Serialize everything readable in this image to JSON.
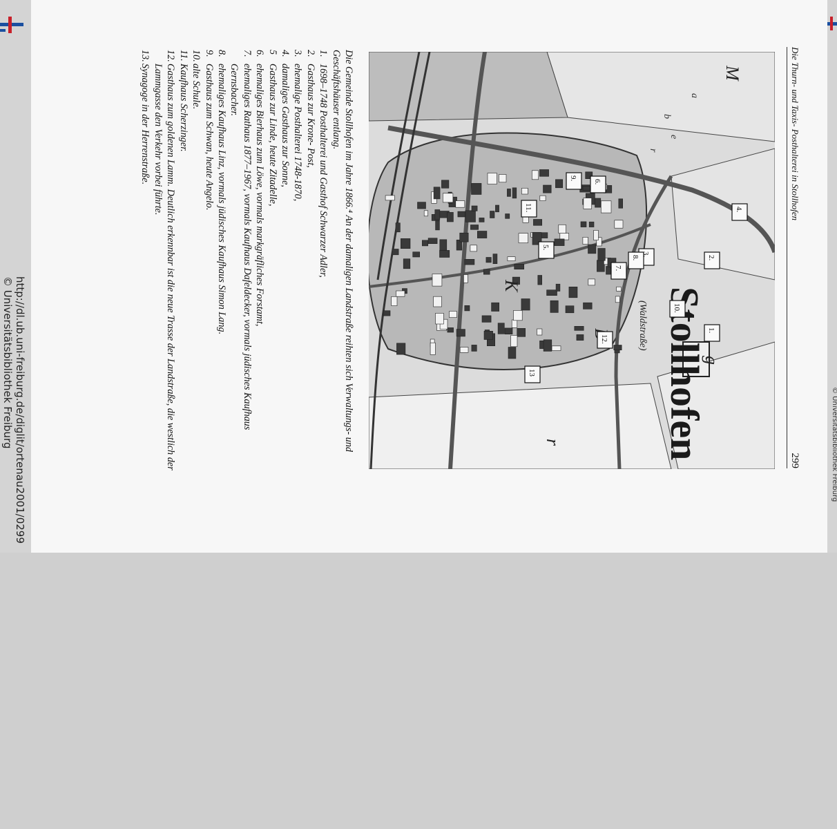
{
  "viewer": {
    "watermark_url": "http://dl.ub.uni-freiburg.de/diglit/ortenau2001/0299",
    "watermark_copyright": "© Universitätsbibliothek Freiburg",
    "side_text": "© Universitätsbibliothek Freiburg"
  },
  "page": {
    "running_title": "Die Thurn- und Taxis- Posthalterei in Stollhofen",
    "page_number": "299"
  },
  "map": {
    "place_name": "Stollhofen",
    "street_label": "(Waldstraße)",
    "field_letters": [
      "M",
      "g",
      "B",
      "r",
      "K"
    ],
    "field_words": [
      "a",
      "b",
      "e",
      "r"
    ],
    "markers": [
      "1.",
      "2.",
      "3.",
      "4.",
      "5.",
      "6.",
      "7.",
      "8.",
      "9.",
      "10.",
      "11.",
      "12.",
      "13"
    ]
  },
  "caption": {
    "intro": "Die Gemeinde Stollhofen im Jahre 1866.⁴ An der damaligen Landstraße reihten sich Verwaltungs- und Geschäftshäuser entlang.",
    "items": [
      {
        "num": "1.",
        "text": "1698–1748 Posthalterei und Gasthof Schwarzer Adler,"
      },
      {
        "num": "2.",
        "text": "Gasthaus zur Krone- Post,"
      },
      {
        "num": "3.",
        "text": "ehemalige Posthalterei 1748-1870,"
      },
      {
        "num": "4.",
        "text": "damaliges Gasthaus zur Sonne,"
      },
      {
        "num": "5",
        "text": "Gasthaus zur Linde, heute Zitadelle,"
      },
      {
        "num": "6.",
        "text": "ehemaliges Bierhaus zum Löwe, vormals markgräfliches Forstamt,"
      },
      {
        "num": "7.",
        "text": "ehemaliges Rathaus 1877–1967, vormals Kaufhaus Dafeldecker, vormals jüdisches Kaufhaus Gernsbacher."
      },
      {
        "num": "8.",
        "text": "ehemaliges Kaufhaus Linz, vormals jüdisches Kaufhaus Simon Lang."
      },
      {
        "num": "9.",
        "text": "Gasthaus zum Schwan, heute Angelo."
      },
      {
        "num": "10.",
        "text": "alte Schule."
      },
      {
        "num": "11.",
        "text": "Kaufhaus Scherzinger."
      },
      {
        "num": "12.",
        "text": "Gasthaus zum goldenen Lamm. Deutlich erkennbar ist die neue Trasse der Landstraße, die westlich der Lammgasse den Verkehr vorbei führte."
      },
      {
        "num": "13.",
        "text": "Synagoge in der Herrenstraße."
      }
    ]
  },
  "colors": {
    "map_paper": "#dedede",
    "map_dark": "#3a3a3a",
    "ink": "#111111",
    "logo_blue": "#1a4fa0",
    "logo_red": "#c8202a"
  }
}
